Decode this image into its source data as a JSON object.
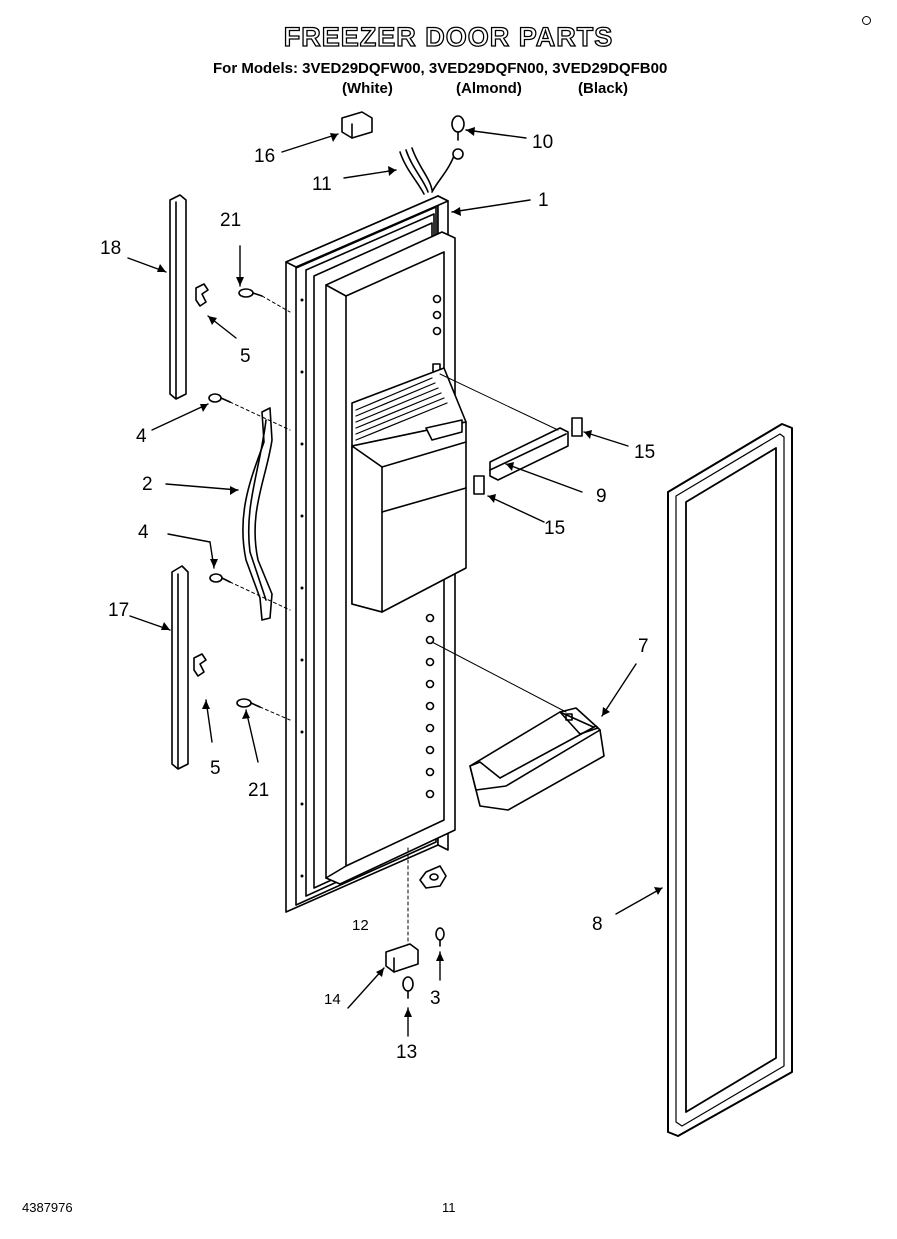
{
  "title": "FREEZER DOOR PARTS",
  "models_line": "For Models: 3VED29DQFW00, 3VED29DQFN00, 3VED29DQFB00",
  "colors": {
    "white": "(White)",
    "almond": "(Almond)",
    "black": "(Black)"
  },
  "callouts": {
    "c1": "1",
    "c2": "2",
    "c3": "3",
    "c4a": "4",
    "c4b": "4",
    "c5a": "5",
    "c5b": "5",
    "c7": "7",
    "c8": "8",
    "c9": "9",
    "c10": "10",
    "c11": "11",
    "c12": "12",
    "c13": "13",
    "c14": "14",
    "c15a": "15",
    "c15b": "15",
    "c16": "16",
    "c17": "17",
    "c18": "18",
    "c21a": "21",
    "c21b": "21"
  },
  "footer": {
    "doc_number": "4387976",
    "page_number": "11"
  }
}
